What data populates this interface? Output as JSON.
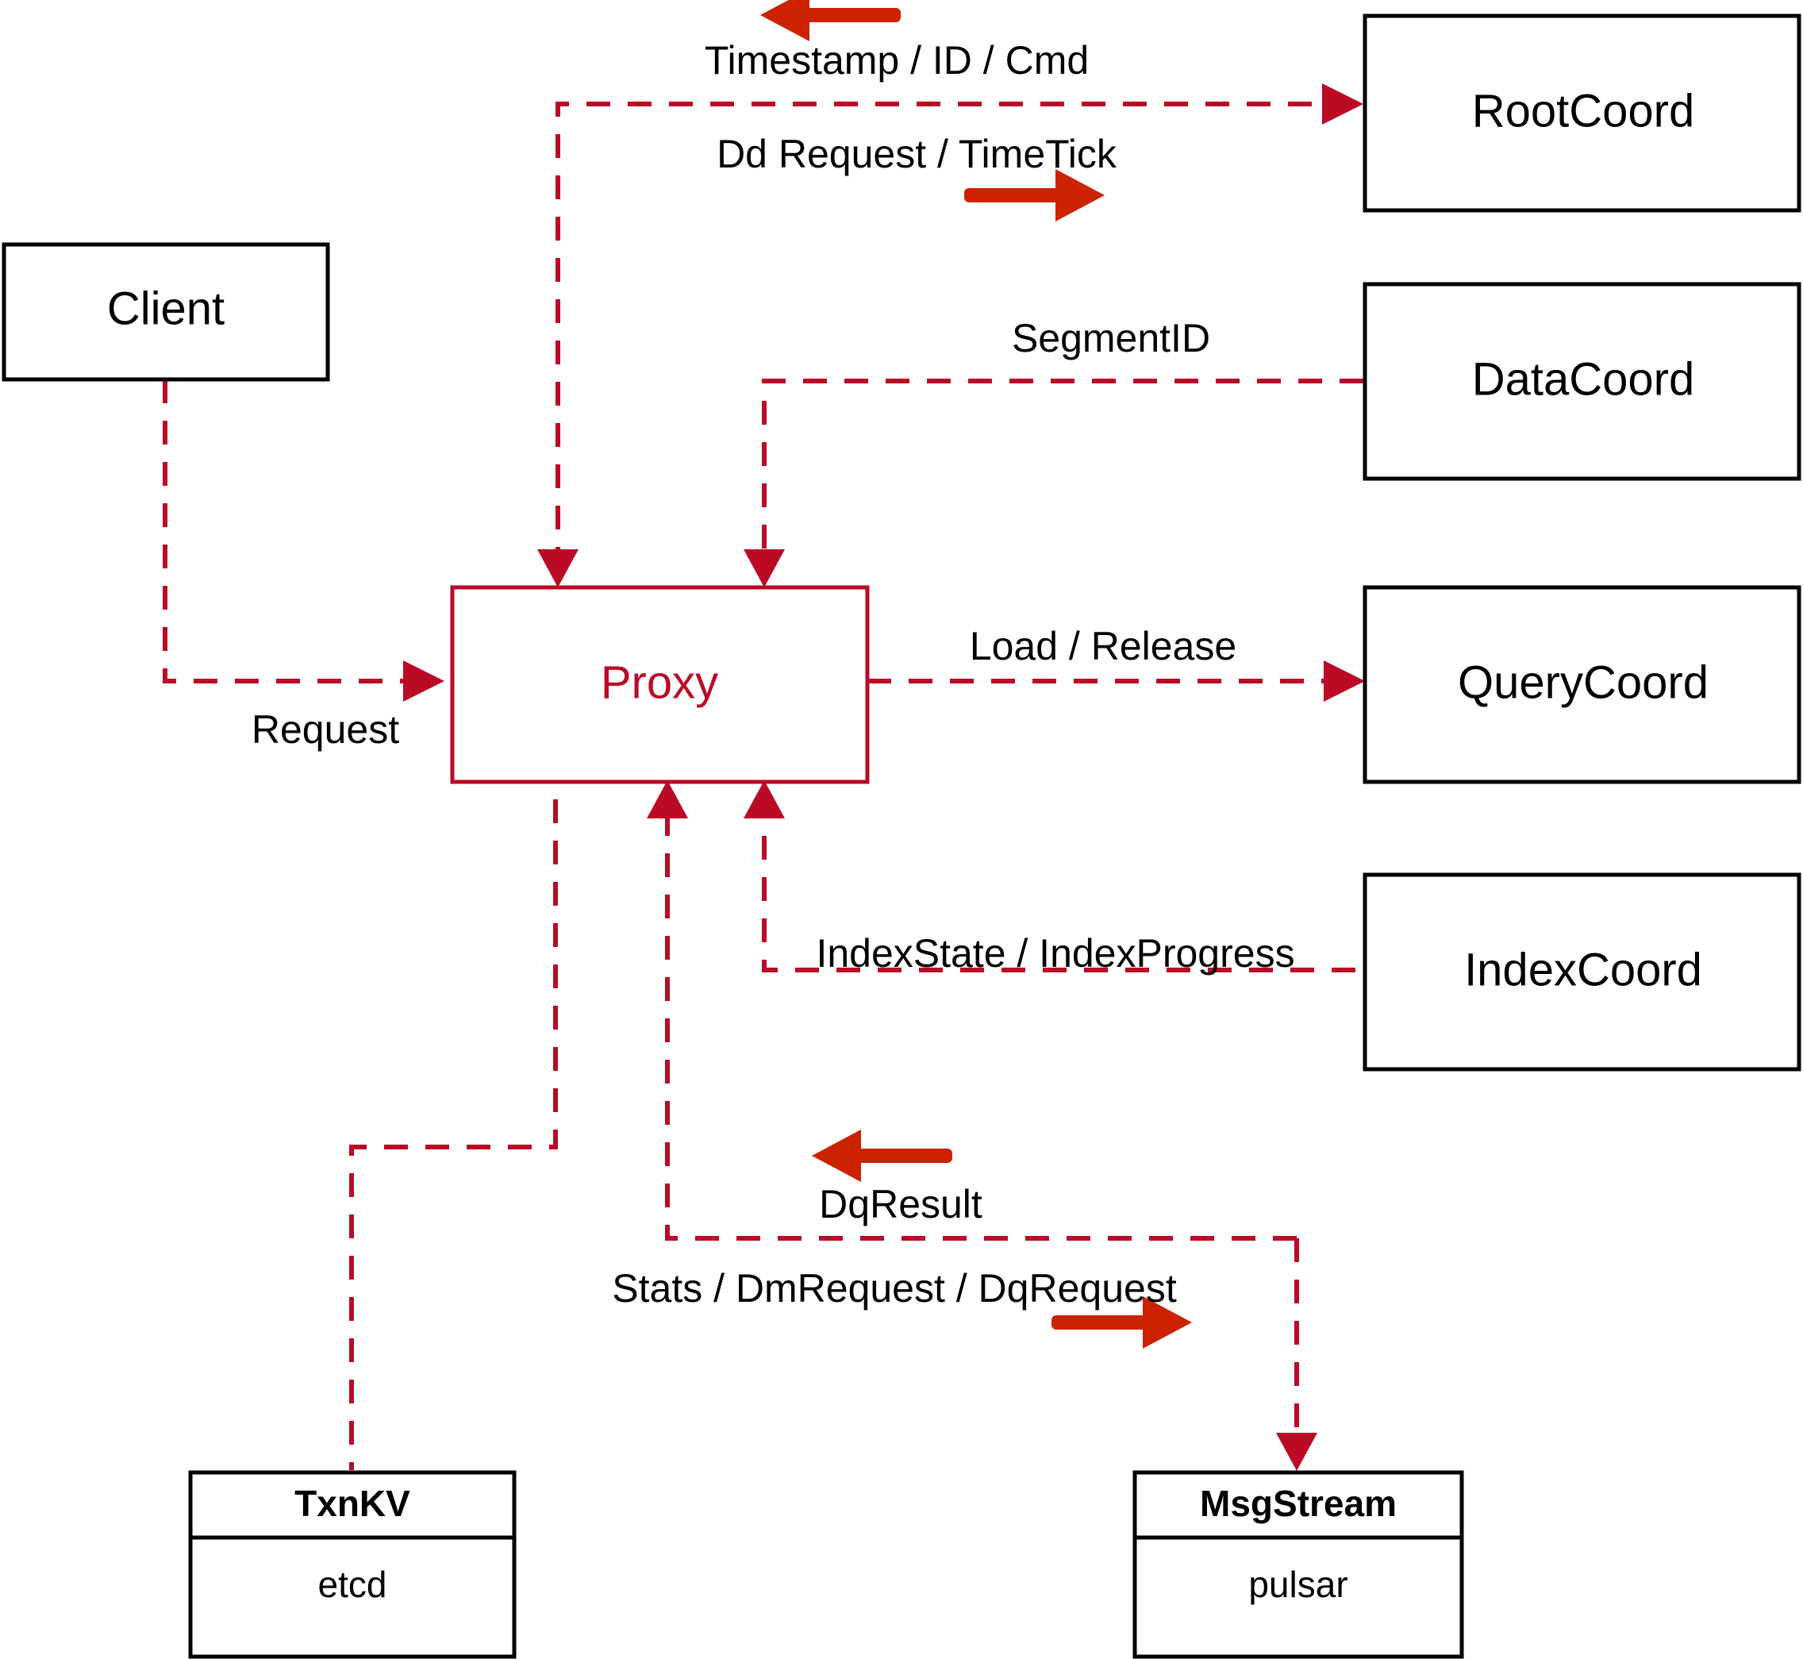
{
  "diagram": {
    "title": "Milvus Proxy interaction diagram",
    "colors": {
      "accent": "#BB0A26",
      "arrow_marker": "#CC2200",
      "node_stroke": "#000000",
      "background": "#FFFFFF"
    },
    "nodes": [
      {
        "id": "client",
        "label": "Client",
        "style": "plain"
      },
      {
        "id": "proxy",
        "label": "Proxy",
        "style": "accent"
      },
      {
        "id": "rootcoord",
        "label": "RootCoord",
        "style": "plain"
      },
      {
        "id": "datacoord",
        "label": "DataCoord",
        "style": "plain"
      },
      {
        "id": "querycoord",
        "label": "QueryCoord",
        "style": "plain"
      },
      {
        "id": "indexcoord",
        "label": "IndexCoord",
        "style": "plain"
      },
      {
        "id": "txnkv",
        "label": "TxnKV",
        "sub": "etcd",
        "style": "two-part"
      },
      {
        "id": "msgstream",
        "label": "MsgStream",
        "sub": "pulsar",
        "style": "two-part"
      }
    ],
    "edges": [
      {
        "id": "e1",
        "from": "rootcoord",
        "to": "proxy",
        "label": "Timestamp / ID / Cmd",
        "direction": "left"
      },
      {
        "id": "e2",
        "from": "proxy",
        "to": "rootcoord",
        "label": "Dd Request / TimeTick",
        "direction": "right"
      },
      {
        "id": "e3",
        "from": "datacoord",
        "to": "proxy",
        "label": "SegmentID",
        "direction": "left"
      },
      {
        "id": "e4",
        "from": "client",
        "to": "proxy",
        "label": "Request",
        "direction": "right"
      },
      {
        "id": "e5",
        "from": "proxy",
        "to": "querycoord",
        "label": "Load / Release",
        "direction": "right"
      },
      {
        "id": "e6",
        "from": "indexcoord",
        "to": "proxy",
        "label": "IndexState / IndexProgress",
        "direction": "left"
      },
      {
        "id": "e7",
        "from": "msgstream",
        "to": "proxy",
        "label": "DqResult",
        "direction": "left"
      },
      {
        "id": "e8",
        "from": "proxy",
        "to": "msgstream",
        "label": "Stats / DmRequest / DqRequest",
        "direction": "right"
      },
      {
        "id": "e9",
        "from": "proxy",
        "to": "txnkv",
        "label": "",
        "direction": "down"
      }
    ]
  }
}
